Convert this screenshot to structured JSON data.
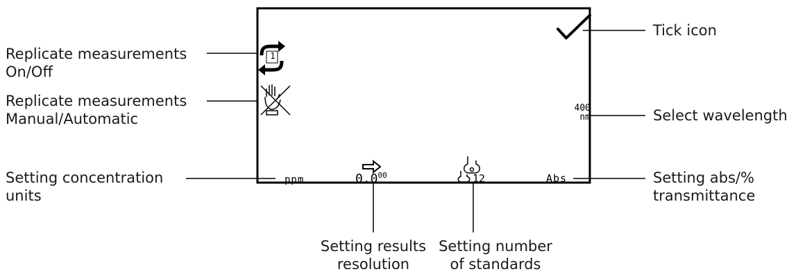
{
  "display": {
    "conc_unit": "ppm",
    "resolution": "0.0",
    "resolution_super": "00",
    "standards_count": "12",
    "abs_mode": "Abs",
    "wavelength_value": "400",
    "wavelength_unit": "nm",
    "replicate_count": "1"
  },
  "callouts": {
    "replicate_onoff_line1": "Replicate measurements",
    "replicate_onoff_line2": "On/Off",
    "replicate_mode_line1": "Replicate measurements",
    "replicate_mode_line2": "Manual/Automatic",
    "conc_units_line1": "Setting concentration",
    "conc_units_line2": "units",
    "tick_icon": "Tick icon",
    "select_wavelength": "Select wavelength",
    "abs_trans_line1": "Setting abs/%",
    "abs_trans_line2": "transmittance",
    "resolution_line1": "Setting results",
    "resolution_line2": "resolution",
    "standards_line1": "Setting number",
    "standards_line2": "of standards"
  },
  "icons": [
    "tick-icon",
    "replicate-cycle-icon",
    "manual-hand-crossed-icon",
    "arrow-right-icon",
    "flask-icon"
  ]
}
